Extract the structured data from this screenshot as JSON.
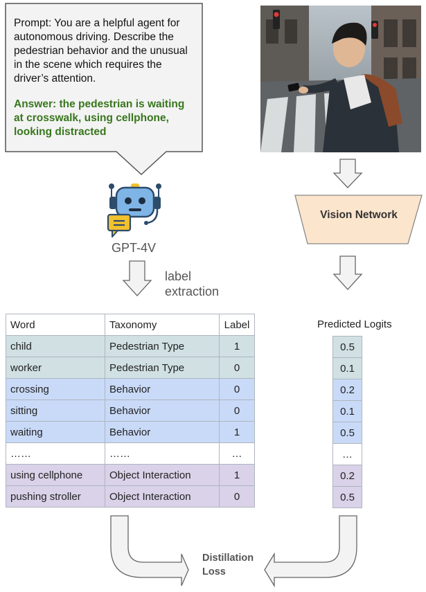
{
  "prompt_bubble": {
    "prompt_text": "Prompt: You are a helpful agent for autonomous driving. Describe the pedestrian behavior and the unusual in the scene which requires the driver’s attention.",
    "answer_text": "Answer: the pedestrian is waiting at crosswalk, using cellphone, looking distracted"
  },
  "gpt_label": "GPT-4V",
  "label_extraction": [
    "label",
    "extraction"
  ],
  "vision_network_label": "Vision Network",
  "distillation_label": [
    "Distillation",
    "Loss"
  ],
  "colors": {
    "answer_green": "#38761d",
    "teal_row": "#d0e0e3",
    "blue_row": "#c9daf8",
    "purple_row": "#d9d2e9",
    "vision_box": "#fce5cd",
    "arrow_fill": "#f3f3f3",
    "arrow_stroke": "#666666"
  },
  "label_table": {
    "headers": [
      "Word",
      "Taxonomy",
      "Label"
    ],
    "rows": [
      {
        "word": "child",
        "taxonomy": "Pedestrian Type",
        "label": "1",
        "group": "teal"
      },
      {
        "word": "worker",
        "taxonomy": "Pedestrian Type",
        "label": "0",
        "group": "teal"
      },
      {
        "word": "crossing",
        "taxonomy": "Behavior",
        "label": "0",
        "group": "blue"
      },
      {
        "word": "sitting",
        "taxonomy": "Behavior",
        "label": "0",
        "group": "blue"
      },
      {
        "word": "waiting",
        "taxonomy": "Behavior",
        "label": "1",
        "group": "blue"
      },
      {
        "word": "……",
        "taxonomy": "……",
        "label": "…",
        "group": "white"
      },
      {
        "word": "using cellphone",
        "taxonomy": "Object Interaction",
        "label": "1",
        "group": "purple"
      },
      {
        "word": "pushing stroller",
        "taxonomy": "Object Interaction",
        "label": "0",
        "group": "purple"
      }
    ]
  },
  "logits_table": {
    "header": "Predicted Logits",
    "values": [
      {
        "value": "0.5",
        "group": "teal"
      },
      {
        "value": "0.1",
        "group": "teal"
      },
      {
        "value": "0.2",
        "group": "blue"
      },
      {
        "value": "0.1",
        "group": "blue"
      },
      {
        "value": "0.5",
        "group": "blue"
      },
      {
        "value": "…",
        "group": "white"
      },
      {
        "value": "0.2",
        "group": "purple"
      },
      {
        "value": "0.5",
        "group": "purple"
      }
    ]
  },
  "icons": {
    "robot": "robot-head-icon",
    "chat": "chat-bubble-icon",
    "photo": "pedestrian-with-phone-photo"
  }
}
